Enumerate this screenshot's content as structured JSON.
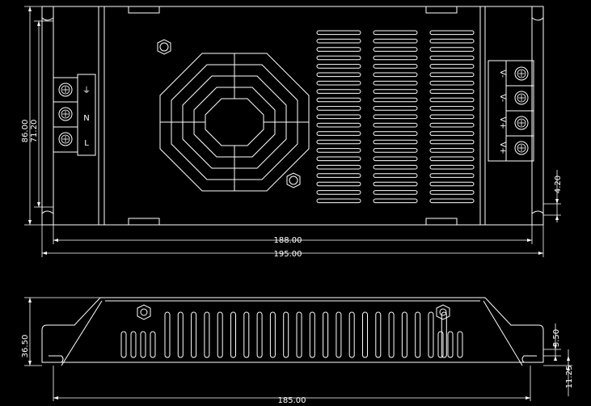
{
  "drawing": {
    "top_view": {
      "dimensions": {
        "total_height": "86.00",
        "inner_height": "71.20",
        "inner_width": "188.00",
        "total_width": "195.00",
        "hole_offset": "4.20"
      },
      "input_terminal_labels": [
        "⏚",
        "N",
        "L"
      ],
      "output_terminal_labels": [
        "V-",
        "V-",
        "V+",
        "V+"
      ],
      "vent_rows": 21
    },
    "side_view": {
      "dimensions": {
        "height": "36.50",
        "width": "185.00",
        "hole_a": "3.50",
        "hole_b": "11.25"
      },
      "slot_count": 22
    }
  }
}
